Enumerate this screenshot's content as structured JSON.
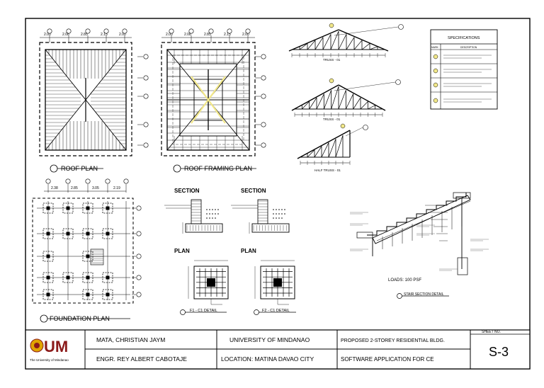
{
  "labels": {
    "roof_plan": "ROOF PLAN",
    "roof_framing_plan": "ROOF FRAMING PLAN",
    "foundation_plan": "FOUNDATION PLAN",
    "section_1": "SECTION",
    "section_2": "SECTION",
    "plan_1": "PLAN",
    "plan_2": "PLAN",
    "f1_detail": "F1 - C1 DETAIL",
    "f2_detail": "F2 - C1 DETAIL",
    "stair_detail": "STAIR SECTION DETAIL",
    "loads": "LOADS: 100 PSF",
    "truss_1": "TRUSS - 01",
    "truss_2": "TRUSS - 01",
    "half_truss": "HALF TRUSS - 01"
  },
  "roof_dims": [
    "2.00",
    "2.08",
    "2.85",
    "2.15",
    "2.00"
  ],
  "framing_dims": [
    "2.00",
    "2.08",
    "2.85",
    "2.15",
    "2.00"
  ],
  "foundation_dims": [
    "2.38",
    "2.85",
    "3.05",
    "2.19"
  ],
  "specifications": {
    "title": "SPECIFICATIONS",
    "col_mark": "MARK",
    "col_desc": "DESCRIPTION"
  },
  "title_block": {
    "logo_text": "UM",
    "logo_sub": "The University of Mindanao",
    "student": "MATA, CHRISTIAN JAYM",
    "engineer": "ENGR. REY ALBERT CABOTAJE",
    "university": "UNIVERSITY OF MINDANAO",
    "location": "LOCATION: MATINA DAVAO CITY",
    "project": "PROPOSED 2-STOREY RESIDENTIAL BLDG.",
    "course": "SOFTWARE APPLICATION FOR CE",
    "sheet_label": "SHEET NO.",
    "sheet_no": "S-3"
  },
  "colors": {
    "line": "#000000",
    "accent": "#f2e88a",
    "logo": "#8b1a1a"
  }
}
